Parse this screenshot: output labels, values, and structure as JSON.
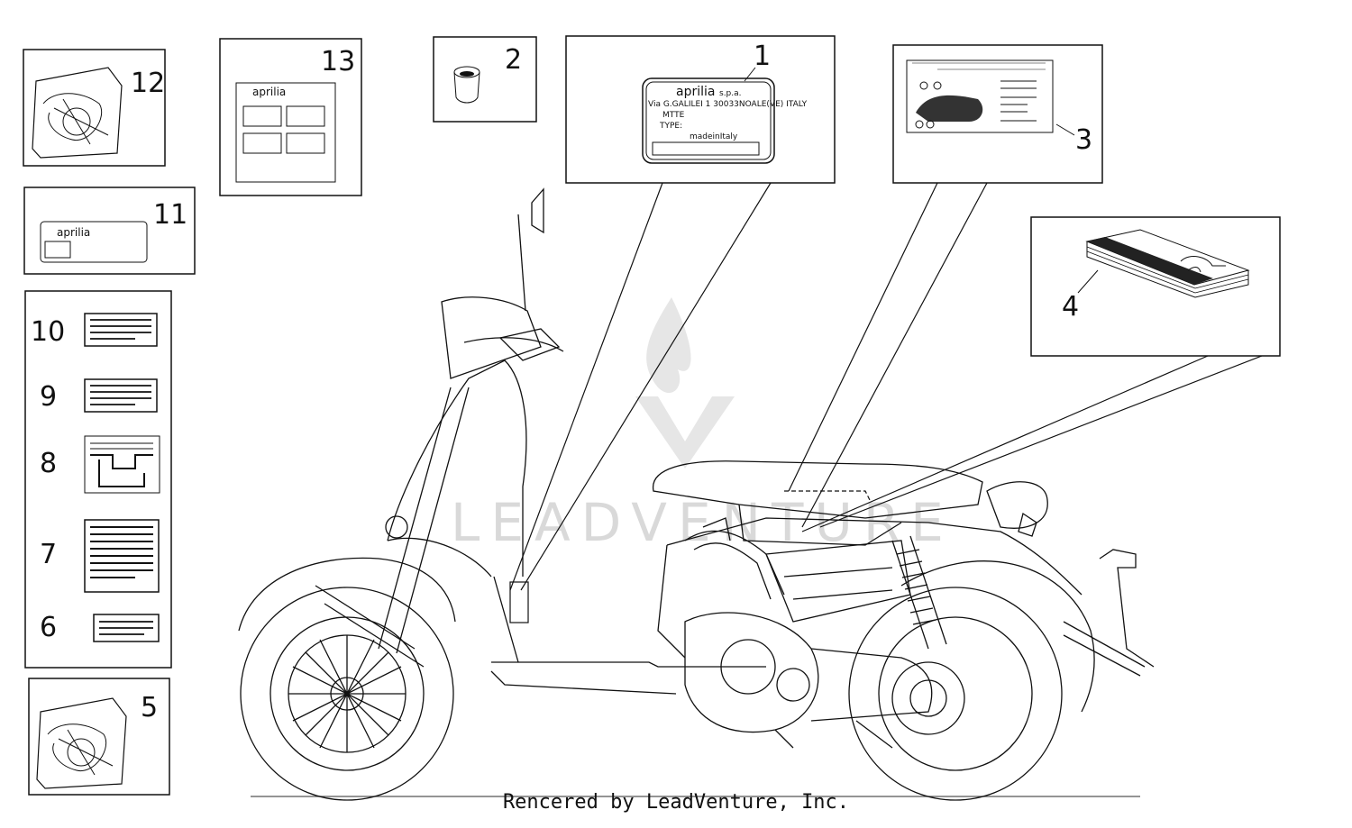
{
  "footer": "Rencered by LeadVenture, Inc.",
  "watermark": "LEADVENTURE",
  "callouts": [
    "1",
    "2",
    "3",
    "4",
    "5",
    "6",
    "7",
    "8",
    "9",
    "10",
    "11",
    "12",
    "13"
  ],
  "labels": {
    "plate_brand": "aprilia",
    "plate_spa": "s.p.a.",
    "plate_addr": "Via G.GALILEI 1 30033NOALE(VE) ITALY",
    "plate_mtte": "MTTE",
    "plate_type": "TYPE:",
    "plate_made": "madeinItaly",
    "label11_brand": "aprilia",
    "label13_brand": "aprilia"
  },
  "colors": {
    "line": "#111111",
    "watermark": "#d9d9d9",
    "background": "#ffffff"
  }
}
